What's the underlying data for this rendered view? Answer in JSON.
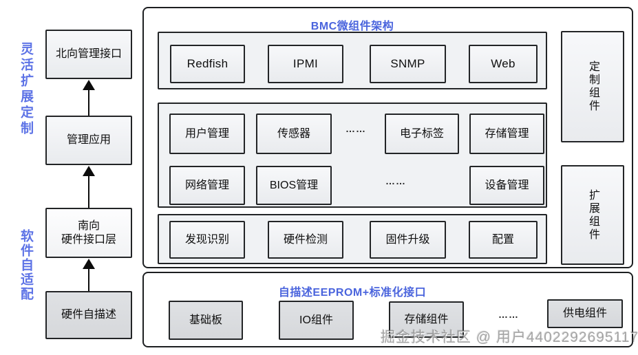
{
  "colors": {
    "accent_blue": "#4a64dd",
    "side_label_blue": "#5d73e6",
    "border_dark": "#222426",
    "box_fill_light": "#eef0f3",
    "box_fill_dark": "#d9dbde"
  },
  "side_labels": {
    "top": "灵活扩展定制",
    "bottom": "软件自适配"
  },
  "left_column": {
    "northbound": "北向管理接口",
    "mgmt_app": "管理应用",
    "southbound": "南向\n硬件接口层",
    "hw_self_description": "硬件自描述"
  },
  "main_panel": {
    "title": "BMC微组件架构",
    "interface_row": [
      "Redfish",
      "IPMI",
      "SNMP",
      "Web"
    ],
    "service_row1": [
      "用户管理",
      "传感器",
      "……",
      "电子标签",
      "存储管理"
    ],
    "service_row2": [
      "网络管理",
      "BIOS管理",
      "……",
      "设备管理"
    ],
    "base_row": [
      "发现识别",
      "硬件检测",
      "固件升级",
      "配置"
    ],
    "custom_component": "定制组件",
    "extension_component": "扩展组件"
  },
  "bottom_panel": {
    "title": "自描述EEPROM+标准化接口",
    "items": [
      "基础板",
      "IO组件",
      "存储组件",
      "……",
      "供电组件"
    ]
  },
  "watermark": "掘金技术社区 @ 用户4402292695117"
}
